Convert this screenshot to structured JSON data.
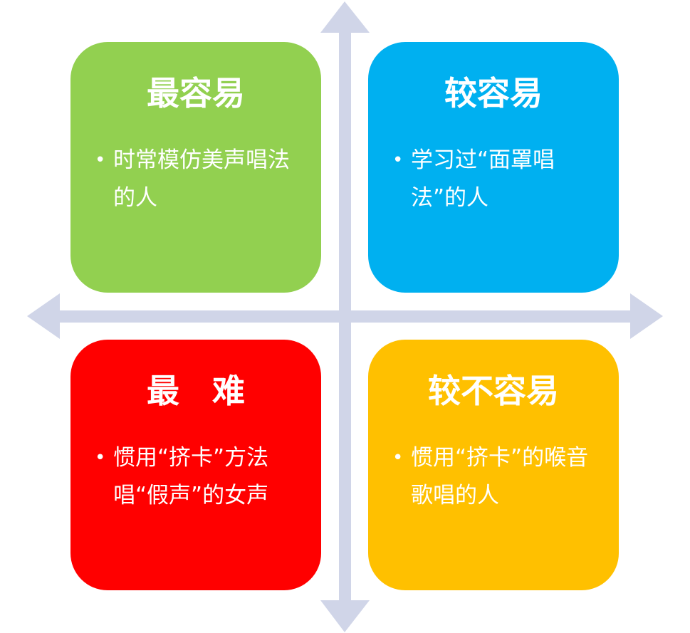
{
  "diagram": {
    "axis_color": "#D0D5E8",
    "quadrants": [
      {
        "id": "top-left",
        "title": "最容易",
        "text": "时常模仿美声唱法的人",
        "color": "#92D050"
      },
      {
        "id": "top-right",
        "title": "较容易",
        "text": "学习过“面罩唱法”的人",
        "color": "#00B0F0"
      },
      {
        "id": "bottom-left",
        "title": "最　难",
        "text": "惯用“挤卡”方法唱“假声”的女声",
        "color": "#FF0000"
      },
      {
        "id": "bottom-right",
        "title": "较不容易",
        "text": "惯用“挤卡”的喉音歌唱的人",
        "color": "#FFC000"
      }
    ]
  }
}
